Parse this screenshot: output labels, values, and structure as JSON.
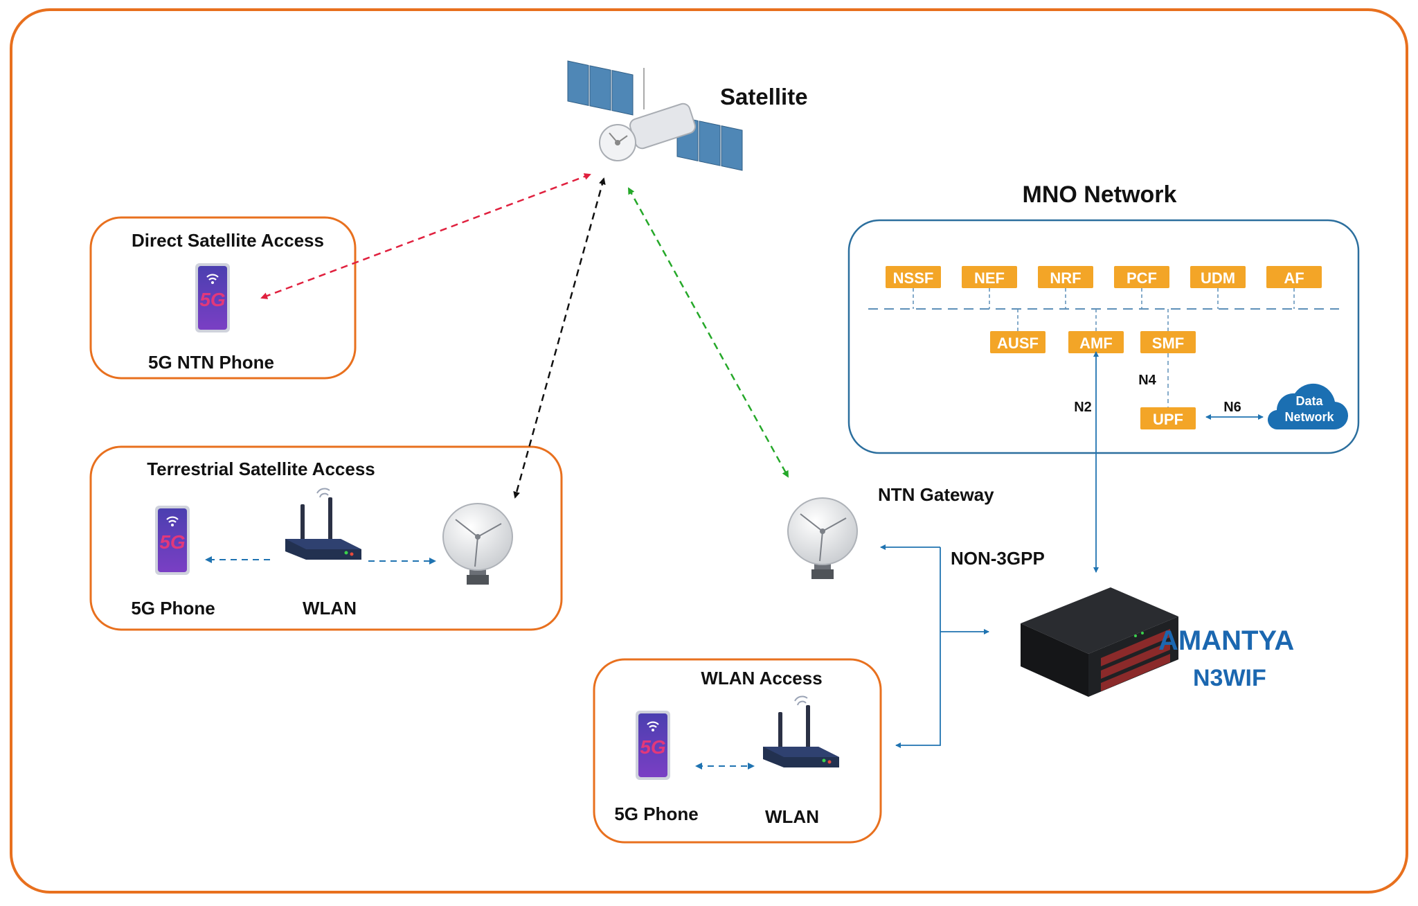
{
  "satellite": {
    "label": "Satellite"
  },
  "direct_access": {
    "title": "Direct Satellite Access",
    "device_label": "5G NTN Phone"
  },
  "terrestrial_access": {
    "title": "Terrestrial Satellite Access",
    "phone_label": "5G Phone",
    "wlan_label": "WLAN"
  },
  "ntn_gateway": {
    "label": "NTN Gateway"
  },
  "non3gpp": {
    "label": "NON-3GPP"
  },
  "wlan_access": {
    "title": "WLAN Access",
    "phone_label": "5G Phone",
    "wlan_label": "WLAN"
  },
  "mno": {
    "title": "MNO Network",
    "top_functions": [
      "NSSF",
      "NEF",
      "NRF",
      "PCF",
      "UDM",
      "AF"
    ],
    "mid_functions": [
      "AUSF",
      "AMF",
      "SMF"
    ],
    "upf": "UPF",
    "data_network": [
      "Data",
      "Network"
    ],
    "interfaces": {
      "n2": "N2",
      "n4": "N4",
      "n6": "N6"
    }
  },
  "brand": {
    "name": "AMANTYA",
    "product": "N3WIF"
  },
  "phone_badge": "5G",
  "colors": {
    "frame": "#e8701e",
    "box_border": "#e8701e",
    "mno_border": "#2c6f9e",
    "nf_fill": "#f3a527",
    "link_blue": "#1f73b1",
    "arrow_red": "#e0203e",
    "arrow_green": "#25a829",
    "arrow_black": "#111111",
    "brand_blue": "#1b67b0",
    "brand_orange": "#f39c1a"
  },
  "icons": [
    "satellite-icon",
    "phone-5g-icon",
    "wifi-router-icon",
    "dish-antenna-icon",
    "server-rack-icon",
    "cloud-icon"
  ]
}
